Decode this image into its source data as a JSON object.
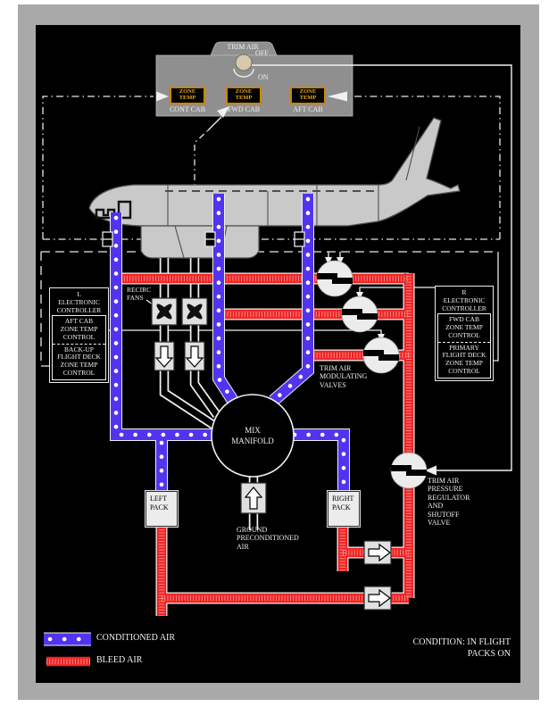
{
  "panel": {
    "title": "TRIM AIR",
    "off_label": "OFF",
    "on_label": "ON",
    "indicators": [
      {
        "box": "ZONE\nTEMP",
        "caption": "CONT CAB"
      },
      {
        "box": "ZONE\nTEMP",
        "caption": "FWD CAB"
      },
      {
        "box": "ZONE\nTEMP",
        "caption": "AFT CAB"
      }
    ]
  },
  "controllers": {
    "left": {
      "title": "L\nELECTRONIC\nCONTROLLER",
      "section1": "AFT CAB\nZONE TEMP\nCONTROL",
      "section2": "BACK-UP\nFLIGHT DECK\nZONE TEMP\nCONTROL"
    },
    "right": {
      "title": "R\nELECTRONIC\nCONTROLLER",
      "section1": "FWD CAB\nZONE TEMP\nCONTROL",
      "section2": "PRIMARY\nFLIGHT DECK\nZONE TEMP\nCONTROL"
    }
  },
  "labels": {
    "recirc_fans": "RECIRC\nFANS",
    "mix_manifold": "MIX\nMANIFOLD",
    "left_pack": "LEFT\nPACK",
    "right_pack": "RIGHT\nPACK",
    "ground_air": "GROUND\nPRECONDITIONED\nAIR",
    "trim_air_modulating_valves": "TRIM AIR\nMODULATING\nVALVES",
    "trim_air_regulator": "TRIM AIR\nPRESSURE\nREGULATOR\nAND\nSHUTOFF\nVALVE"
  },
  "legend": {
    "conditioned_air": "CONDITIONED AIR",
    "bleed_air": "BLEED AIR"
  },
  "condition": "CONDITION: IN FLIGHT\nPACKS ON",
  "colors": {
    "conditioned_air": "#5233f0",
    "bleed_air": "#ee2222",
    "amber": "#eda617",
    "panel_gray": "#8f8f8f"
  }
}
